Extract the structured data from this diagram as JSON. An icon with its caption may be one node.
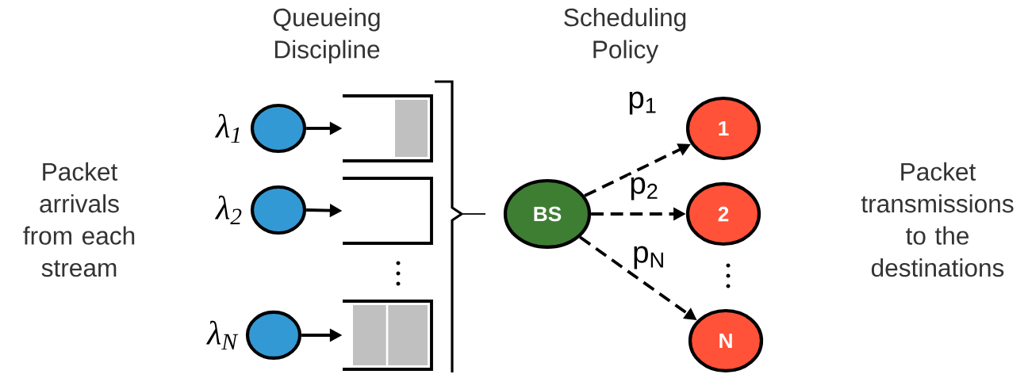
{
  "diagram": {
    "nodes": [
      {
        "text": [],
        "shape": "circle",
        "beside": [
          "λ$_{1}$"
        ]
      },
      {
        "text": [],
        "shape": "circle",
        "beside": [
          "λ$_{2}$"
        ]
      },
      {
        "text": [],
        "shape": "circle",
        "beside": [
          "λ$_{N}$"
        ]
      },
      {
        "text": [],
        "shape": "box"
      },
      {
        "text": [],
        "shape": "box"
      },
      {
        "text": [],
        "shape": "box"
      },
      {
        "text": [
          "BS"
        ]
      },
      {
        "text": [
          "1"
        ]
      },
      {
        "text": [
          "2"
        ]
      },
      {
        "text": [
          "N"
        ]
      }
    ],
    "edges": [
      {
        "from": 0,
        "to": 3,
        "arrow": "to"
      },
      {
        "from": 1,
        "to": 4,
        "arrow": "to"
      },
      {
        "from": 2,
        "to": 5,
        "arrow": "to"
      },
      {
        "from": 6,
        "to": 7,
        "arrow": "to",
        "label": "p$_{1}$",
        "style": "dashed"
      },
      {
        "from": 6,
        "to": 8,
        "arrow": "to",
        "label": "p$_{2}$",
        "style": "dashed"
      },
      {
        "from": 6,
        "to": 9,
        "arrow": "to",
        "label": "p$_{N}$",
        "style": "dashed"
      }
    ],
    "labels": [
      "Queueing Discipline",
      "Scheduling Policy",
      "Packet arrivals from each stream",
      "Packet transmissions to the destinations"
    ]
  }
}
